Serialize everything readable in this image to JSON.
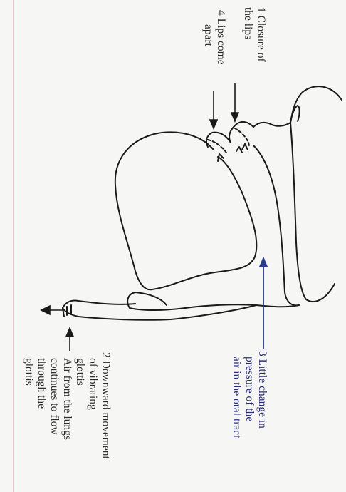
{
  "labels": {
    "label_1": {
      "lines": [
        "1 Closure of",
        "the lips"
      ],
      "color": "#2d2d2d"
    },
    "label_4": {
      "lines": [
        "4 Lips come",
        "apart"
      ],
      "color": "#2d2d2d"
    },
    "label_3": {
      "lines": [
        "3 Little change in",
        "pressure of the",
        "air in the oral tract"
      ],
      "color": "#2a2f7a"
    },
    "label_2": {
      "lines": [
        "2 Downward movement",
        "of vibrating",
        "glottis",
        "Air from the lungs",
        "continues to flow",
        "through the",
        "glottis"
      ],
      "color": "#2d2d2d"
    }
  },
  "colors": {
    "background": "#f6f7f4",
    "ink": "#1a1a1a",
    "arrow_3": "#2a3a8a",
    "margin_line": "#e9c8dc"
  }
}
